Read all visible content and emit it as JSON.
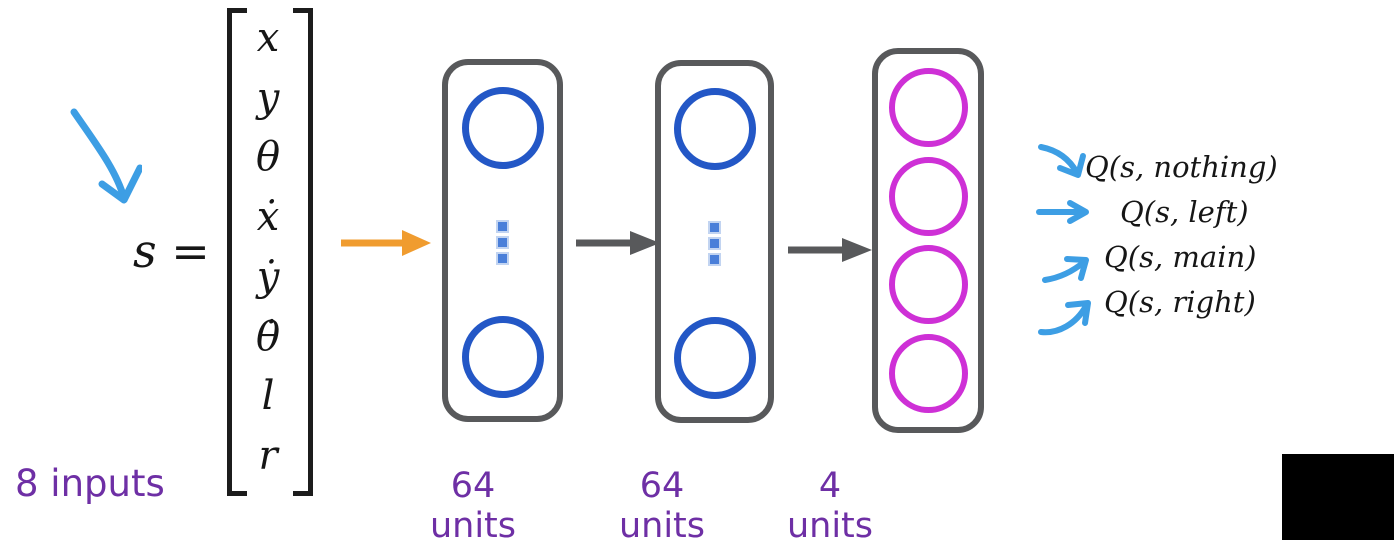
{
  "slide": {
    "description": "Deep Q-Network architecture diagram",
    "input": {
      "count_label": "8 inputs",
      "state_lhs": "s =",
      "vector": [
        "x",
        "y",
        "θ",
        "ẋ",
        "ẏ",
        "θ̇",
        "l",
        "r"
      ]
    },
    "layers": [
      {
        "units_label": "64 units"
      },
      {
        "units_label": "64 units"
      },
      {
        "units_label": "4 units"
      }
    ],
    "outputs": [
      {
        "label": "Q(s, nothing)"
      },
      {
        "label": "Q(s, left)"
      },
      {
        "label": "Q(s, main)"
      },
      {
        "label": "Q(s, right)"
      }
    ],
    "colors": {
      "hidden_node": "#2357C6",
      "output_node": "#CE30D6",
      "ellipsis_dot": "#4A7FD9",
      "layer_border": "#58595B",
      "input_arrow": "#F09C2F",
      "layer_arrow": "#58595B",
      "sketch_arrow": "#3D9EE4",
      "label_text": "#6E2FA5",
      "math_text": "#161616",
      "overlay_box": "#000000"
    }
  }
}
